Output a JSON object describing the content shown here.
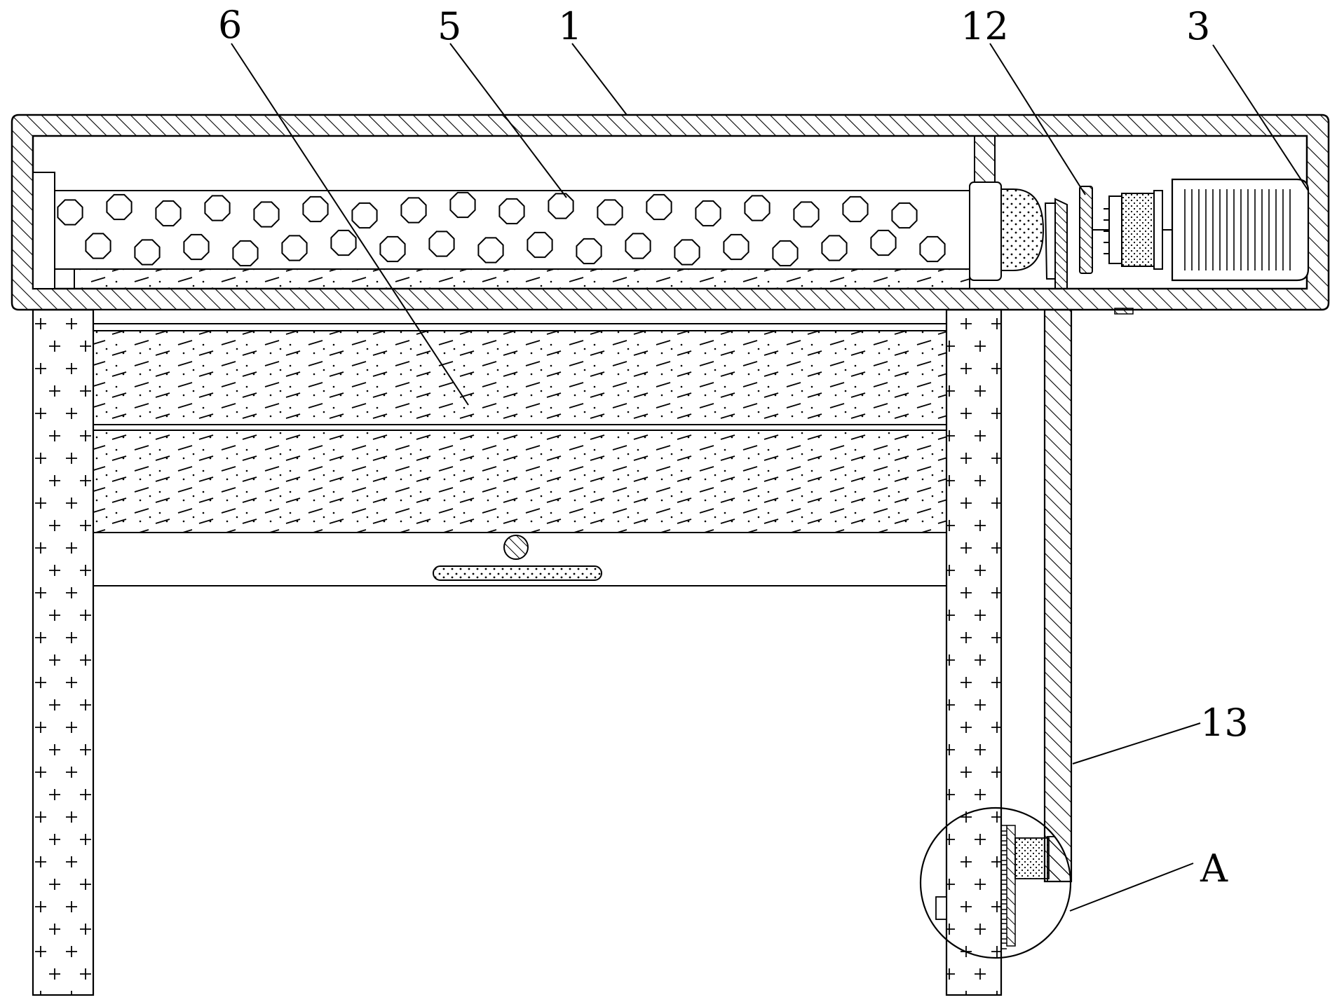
{
  "labels": {
    "l6": "6",
    "l5": "5",
    "l1": "1",
    "l12": "12",
    "l3": "3",
    "l13": "13",
    "lA": "A"
  },
  "colors": {
    "stroke": "#000000",
    "background": "#ffffff"
  }
}
